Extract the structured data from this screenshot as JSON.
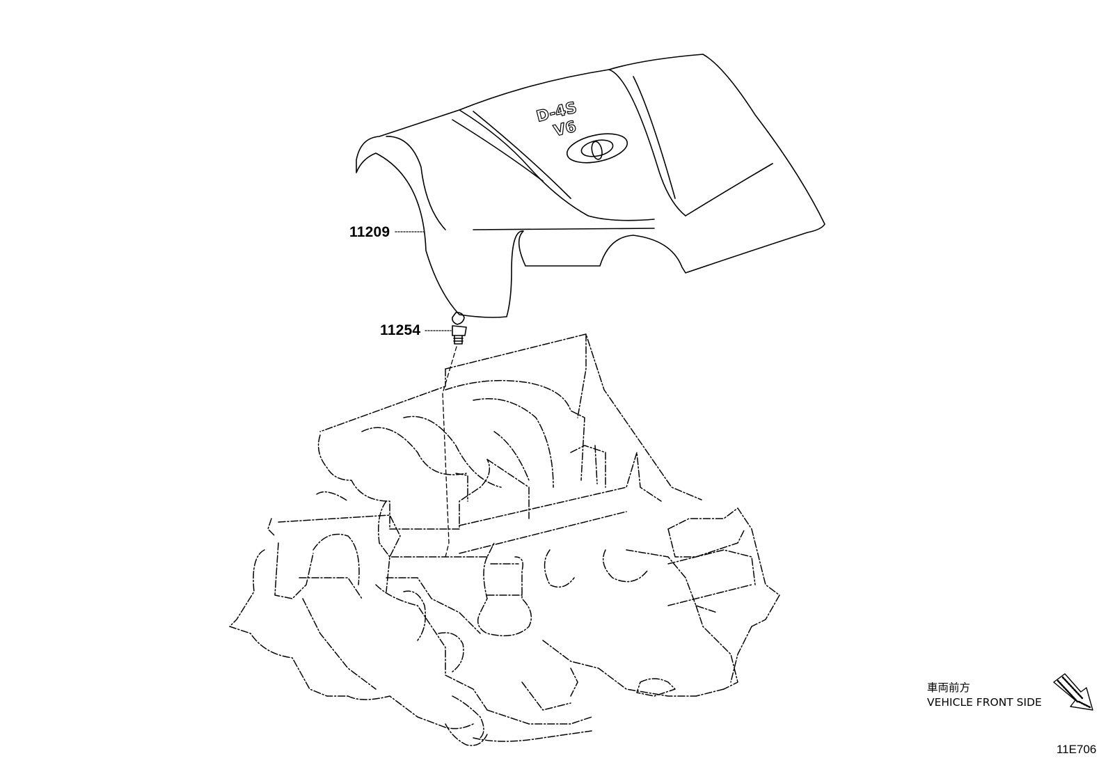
{
  "parts": [
    {
      "number": "11209",
      "icon": "engine-cover-icon"
    },
    {
      "number": "11254",
      "icon": "bolt-icon"
    }
  ],
  "cover_emblem": {
    "line1": "D-4S",
    "line2": "V6",
    "logo_icon": "toyota-logo-icon"
  },
  "orientation": {
    "label_jp": "車両前方",
    "label_en": "VEHICLE FRONT SIDE",
    "icon": "front-arrow-icon"
  },
  "diagram_code": "11E706"
}
